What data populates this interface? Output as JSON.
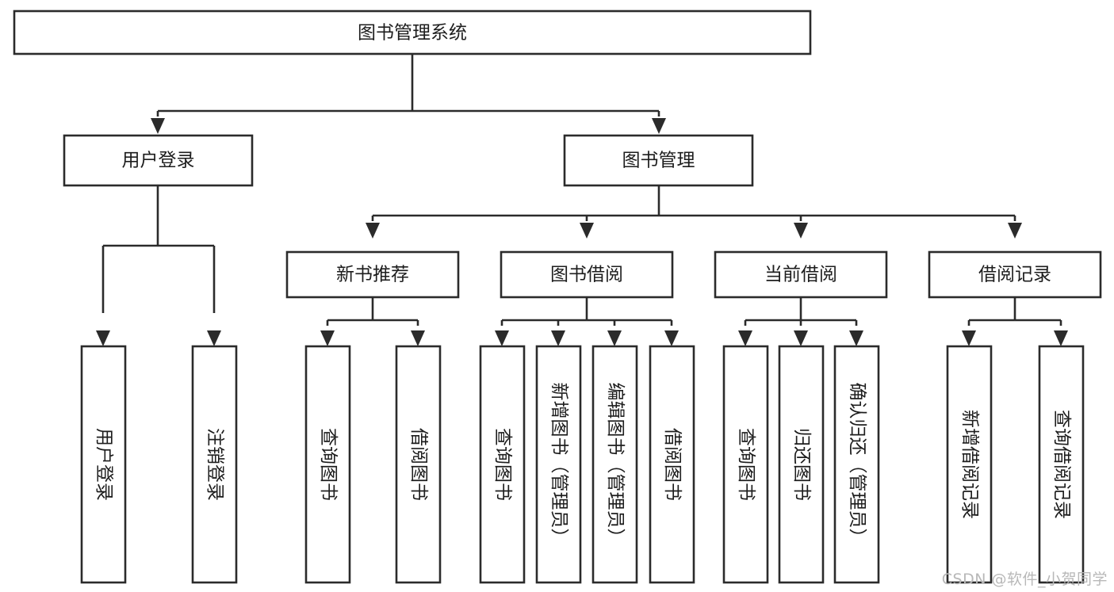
{
  "diagram": {
    "type": "tree-hierarchy",
    "title": "图书管理系统",
    "watermark": "CSDN @软件_小贺同学",
    "colors": {
      "stroke": "#2b2b2b",
      "fill": "#ffffff",
      "text": "#1d1d1d",
      "watermark": "#b8b8b8"
    },
    "levels": {
      "level1": [
        {
          "id": "root",
          "label": "图书管理系统"
        }
      ],
      "level2": [
        {
          "id": "user-login",
          "label": "用户登录",
          "parent": "root"
        },
        {
          "id": "book-manage",
          "label": "图书管理",
          "parent": "root"
        }
      ],
      "level3": [
        {
          "id": "new-book-rec",
          "label": "新书推荐",
          "parent": "book-manage"
        },
        {
          "id": "book-borrow",
          "label": "图书借阅",
          "parent": "book-manage"
        },
        {
          "id": "current-borrow",
          "label": "当前借阅",
          "parent": "book-manage"
        },
        {
          "id": "borrow-record",
          "label": "借阅记录",
          "parent": "book-manage"
        }
      ],
      "level4": [
        {
          "id": "leaf-1",
          "label": "用户登录",
          "parent": "user-login"
        },
        {
          "id": "leaf-2",
          "label": "注销登录",
          "parent": "user-login"
        },
        {
          "id": "leaf-3",
          "label": "查询图书",
          "parent": "new-book-rec"
        },
        {
          "id": "leaf-4",
          "label": "借阅图书",
          "parent": "new-book-rec"
        },
        {
          "id": "leaf-5",
          "label": "查询图书",
          "parent": "book-borrow"
        },
        {
          "id": "leaf-6",
          "label": "新增图书（管理员）",
          "parent": "book-borrow"
        },
        {
          "id": "leaf-7",
          "label": "编辑图书（管理员）",
          "parent": "book-borrow"
        },
        {
          "id": "leaf-8",
          "label": "借阅图书",
          "parent": "book-borrow"
        },
        {
          "id": "leaf-9",
          "label": "查询图书",
          "parent": "current-borrow"
        },
        {
          "id": "leaf-10",
          "label": "归还图书",
          "parent": "current-borrow"
        },
        {
          "id": "leaf-11",
          "label": "确认归还（管理员）",
          "parent": "current-borrow"
        },
        {
          "id": "leaf-12",
          "label": "新增借阅记录",
          "parent": "borrow-record"
        },
        {
          "id": "leaf-13",
          "label": "查询借阅记录",
          "parent": "borrow-record"
        }
      ]
    }
  }
}
